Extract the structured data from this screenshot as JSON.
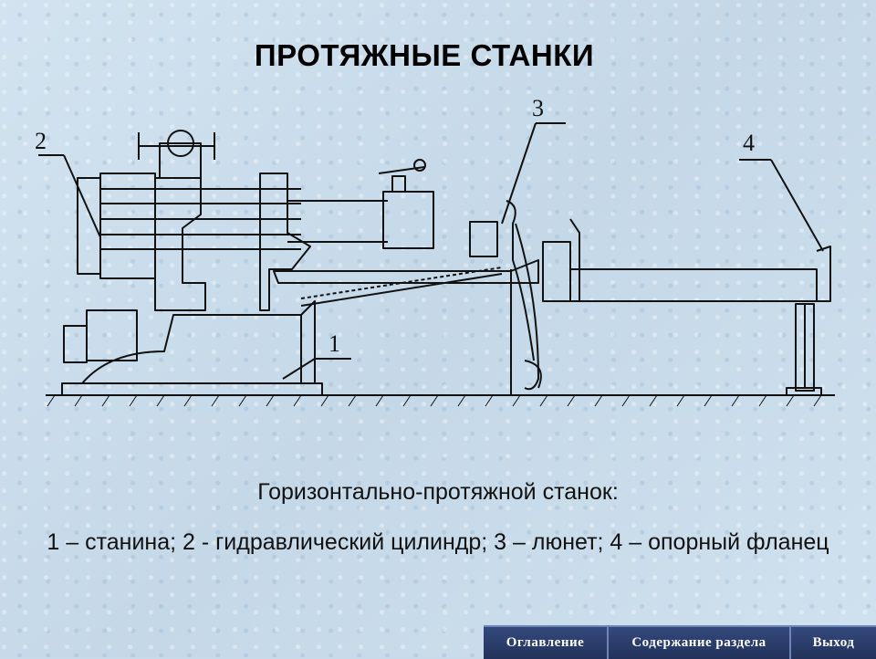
{
  "slide": {
    "title": "ПРОТЯЖНЫЕ СТАНКИ",
    "caption_heading": "Горизонтально-протяжной станок:",
    "caption_legend": "1 – станина; 2 - гидравлический цилиндр; 3 – люнет; 4 – опорный фланец"
  },
  "diagram": {
    "callouts": [
      "1",
      "2",
      "3",
      "4"
    ]
  },
  "nav": {
    "contents": "Оглавление",
    "section_contents": "Содержание раздела",
    "exit": "Выход"
  }
}
